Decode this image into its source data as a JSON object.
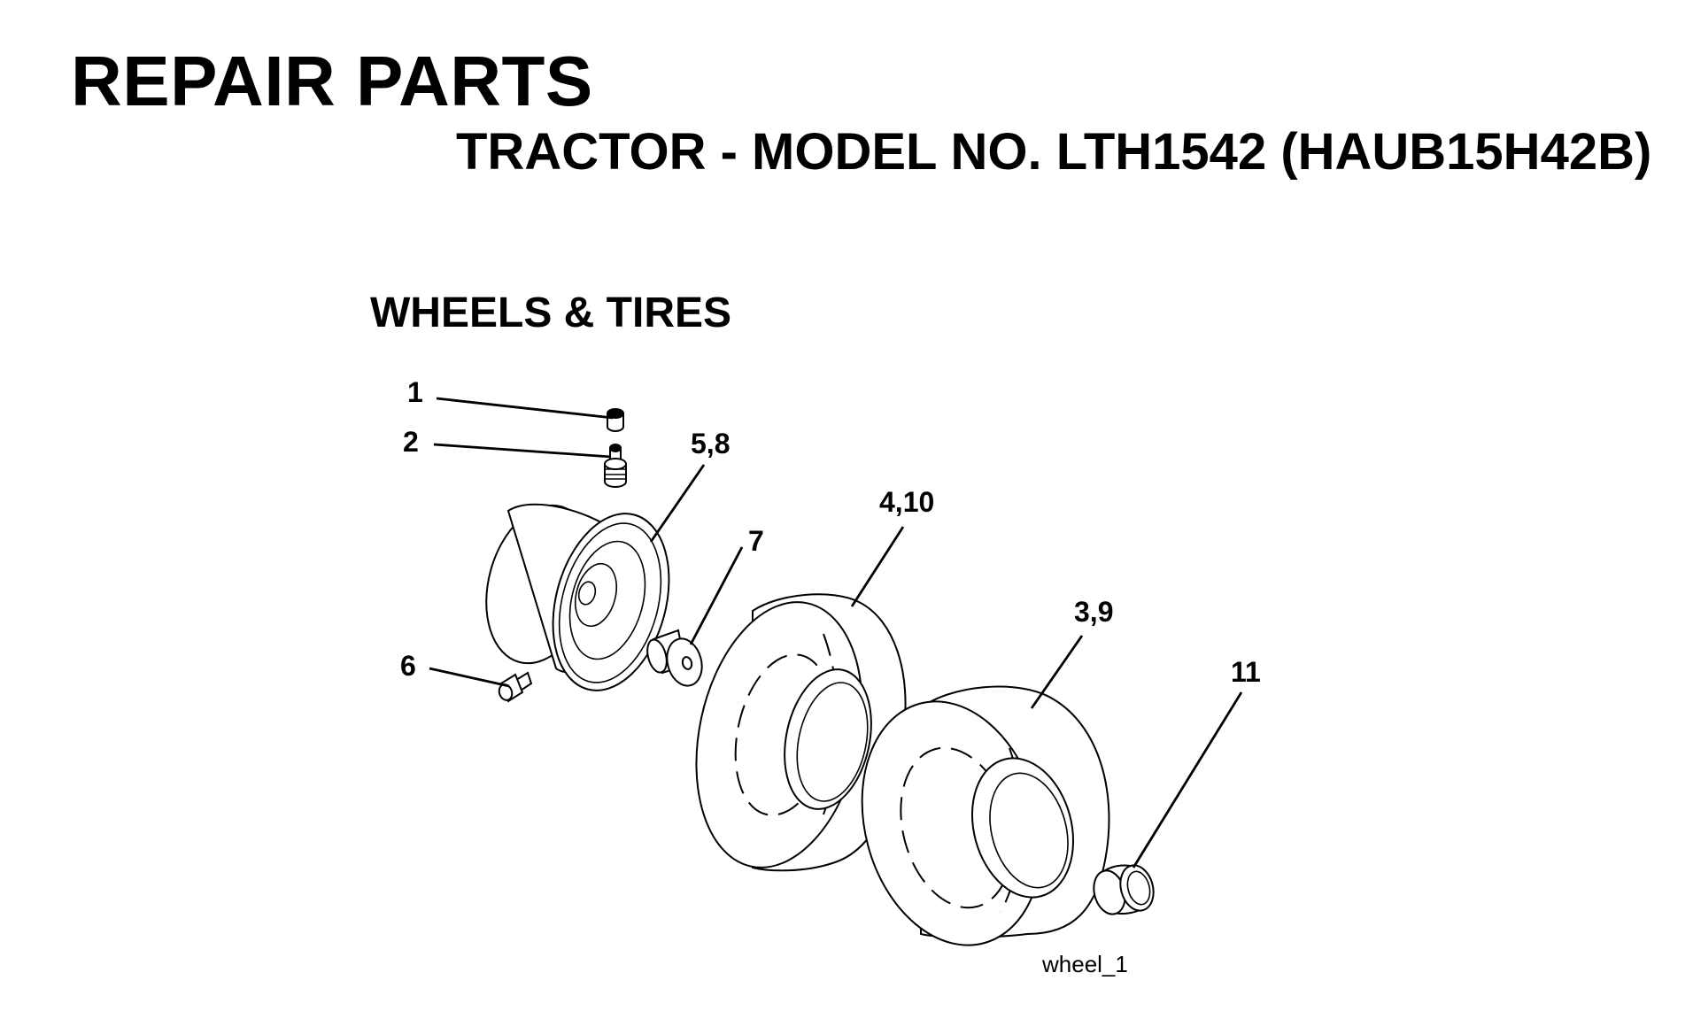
{
  "header": {
    "title": "REPAIR PARTS",
    "subtitle": "TRACTOR - MODEL NO. LTH1542 (HAUB15H42B)"
  },
  "section": {
    "title": "WHEELS & TIRES"
  },
  "callouts": {
    "c1": "1",
    "c2": "2",
    "c58": "5,8",
    "c410": "4,10",
    "c7": "7",
    "c39": "3,9",
    "c11": "11",
    "c6": "6"
  },
  "figure": {
    "id": "wheel_1"
  }
}
